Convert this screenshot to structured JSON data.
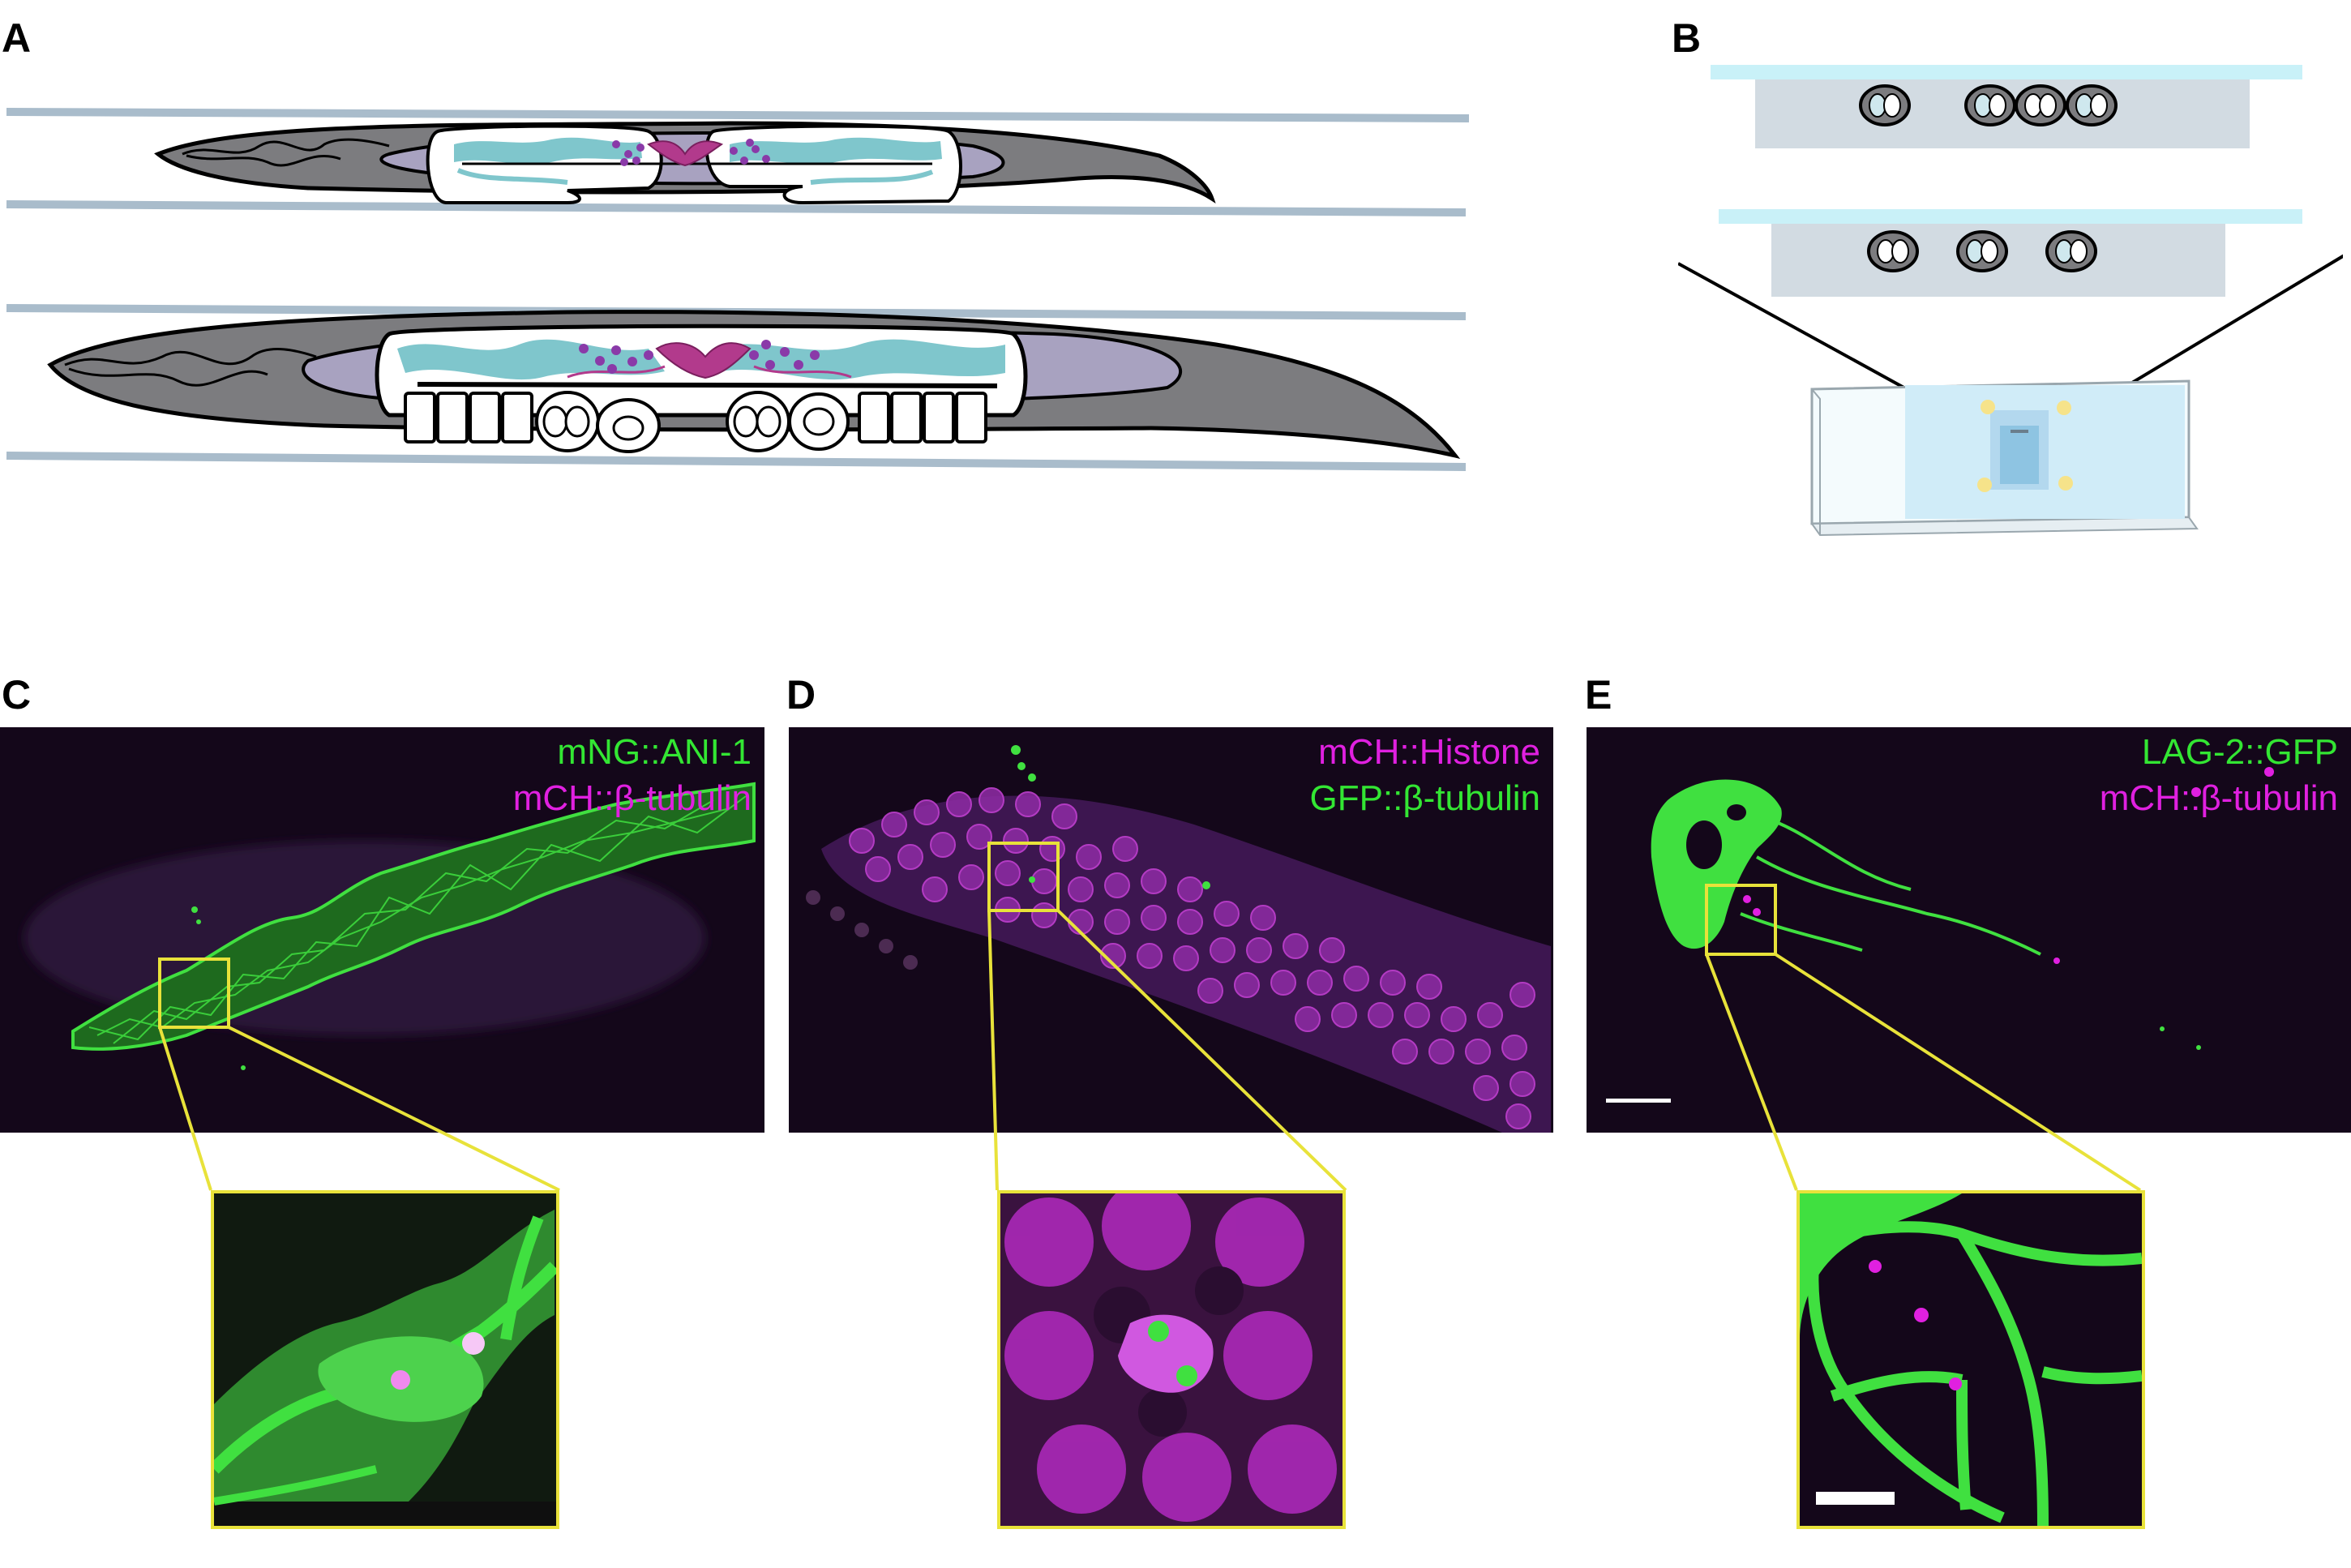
{
  "panels": {
    "A": {
      "letter": "A"
    },
    "B": {
      "letter": "B"
    },
    "C": {
      "letter": "C",
      "labels": [
        {
          "text": "mNG::ANI-1",
          "color": "#33e633"
        },
        {
          "text": "mCH::β-tubulin",
          "color": "#e020e0"
        }
      ]
    },
    "D": {
      "letter": "D",
      "labels": [
        {
          "text": "mCH::Histone",
          "color": "#e020e0"
        },
        {
          "text": "GFP::β-tubulin",
          "color": "#33e633"
        }
      ]
    },
    "E": {
      "letter": "E",
      "labels": [
        {
          "text": "LAG-2::GFP",
          "color": "#33e633"
        },
        {
          "text": "mCH::β-tubulin",
          "color": "#e020e0"
        }
      ]
    }
  },
  "colors": {
    "worm_body": "#7c7c7f",
    "gonad_lumen": "#a8a2c0",
    "germline": "#7fc6cc",
    "magenta": "#b23a8c",
    "nuclei": "#8a3aa8",
    "tube": "#a9bccb",
    "coverslip": "#c9f1f8",
    "pad": "#d2dbe2",
    "zoom_box": "#e8e23a",
    "micro_bg": "#14071a"
  }
}
